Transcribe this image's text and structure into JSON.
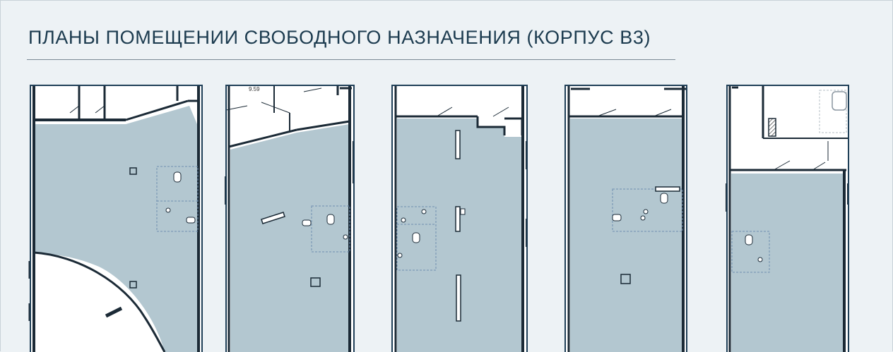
{
  "page": {
    "title": "ПЛАНЫ ПОМЕЩЕНИИ СВОБОДНОГО НАЗНАЧЕНИЯ (КОРПУС В3)"
  },
  "plans": [
    {
      "name": "plan-1"
    },
    {
      "name": "plan-2",
      "dimension_label": "9.59"
    },
    {
      "name": "plan-3"
    },
    {
      "name": "plan-4"
    },
    {
      "name": "plan-5"
    }
  ],
  "colors": {
    "background": "#edf2f5",
    "room_fill": "#b3c7d0",
    "wall": "#1b2a36",
    "frame": "#1f3f57",
    "title": "#1c3b4f",
    "zone_dash": "#6f8fb0"
  }
}
